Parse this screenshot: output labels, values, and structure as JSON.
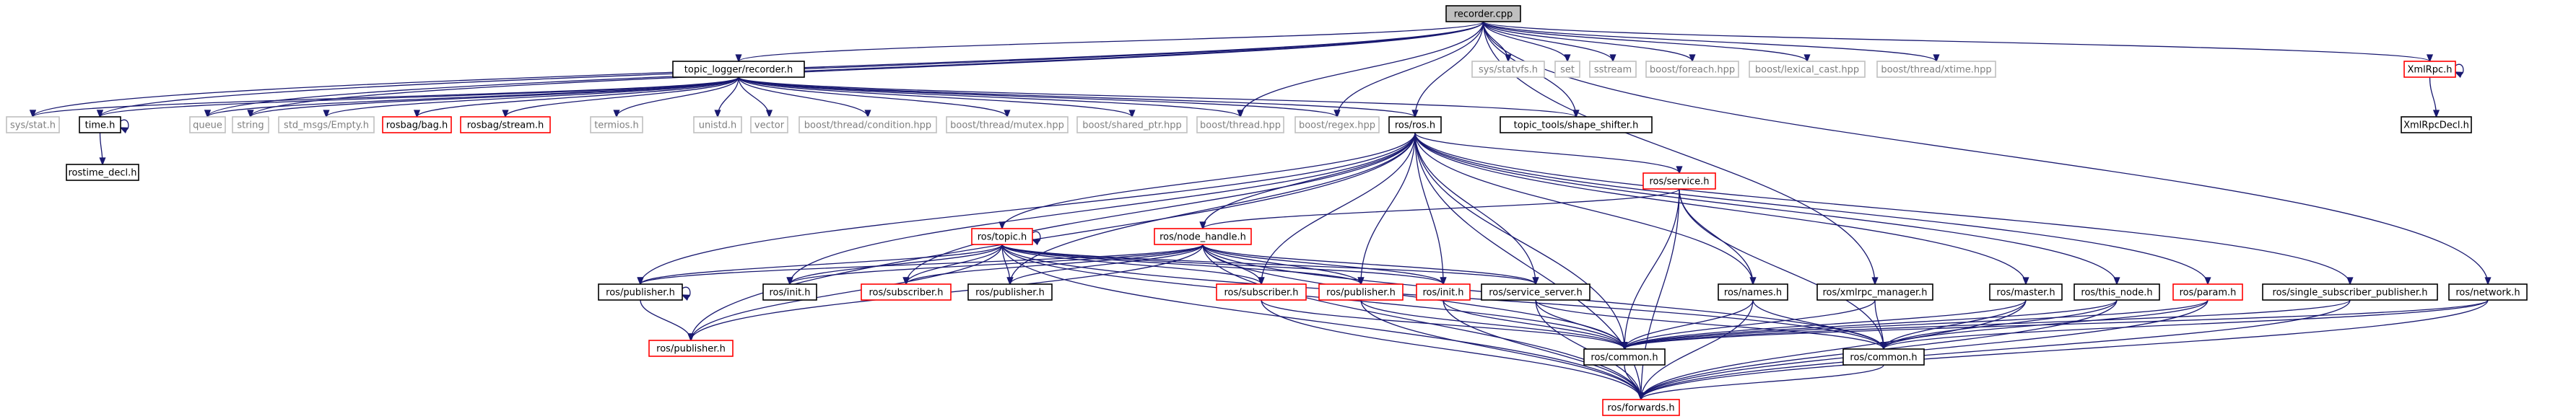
{
  "graph": {
    "colors": {
      "root_fill": "#bfbfbf",
      "normal_border": "#000000",
      "missing_border": "#bfbfbf",
      "missing_text": "#7f7f7f",
      "undocumented_border": "#ff0000",
      "edge": "#191970"
    },
    "nodes": [
      {
        "id": "recorder_cpp",
        "label": "recorder.cpp",
        "kind": "root"
      },
      {
        "id": "sys_stat_h_a",
        "label": "sys/stat.h",
        "kind": "missing"
      },
      {
        "id": "time_h",
        "label": "time.h",
        "kind": "normal"
      },
      {
        "id": "rostime_decl_h",
        "label": "rostime_decl.h",
        "kind": "normal"
      },
      {
        "id": "queue",
        "label": "queue",
        "kind": "missing"
      },
      {
        "id": "string",
        "label": "string",
        "kind": "missing"
      },
      {
        "id": "topic_logger_recorder_h",
        "label": "topic_logger/recorder.h",
        "kind": "normal"
      },
      {
        "id": "std_msgs_empty_h",
        "label": "std_msgs/Empty.h",
        "kind": "missing"
      },
      {
        "id": "rosbag_bag_h",
        "label": "rosbag/bag.h",
        "kind": "undocumented"
      },
      {
        "id": "rosbag_stream_h",
        "label": "rosbag/stream.h",
        "kind": "undocumented"
      },
      {
        "id": "termios_h",
        "label": "termios.h",
        "kind": "missing"
      },
      {
        "id": "unistd_h",
        "label": "unistd.h",
        "kind": "missing"
      },
      {
        "id": "vector",
        "label": "vector",
        "kind": "missing"
      },
      {
        "id": "boost_thread_condition_hpp",
        "label": "boost/thread/condition.hpp",
        "kind": "missing"
      },
      {
        "id": "boost_thread_mutex_hpp",
        "label": "boost/thread/mutex.hpp",
        "kind": "missing"
      },
      {
        "id": "boost_shared_ptr_hpp",
        "label": "boost/shared_ptr.hpp",
        "kind": "missing"
      },
      {
        "id": "boost_thread_hpp",
        "label": "boost/thread.hpp",
        "kind": "missing"
      },
      {
        "id": "boost_regex_hpp",
        "label": "boost/regex.hpp",
        "kind": "missing"
      },
      {
        "id": "ros_ros_h",
        "label": "ros/ros.h",
        "kind": "normal"
      },
      {
        "id": "topic_tools_shape_shifter_h",
        "label": "topic_tools/shape_shifter.h",
        "kind": "normal"
      },
      {
        "id": "sys_statvfs_h",
        "label": "sys/statvfs.h",
        "kind": "missing"
      },
      {
        "id": "set",
        "label": "set",
        "kind": "missing"
      },
      {
        "id": "sstream",
        "label": "sstream",
        "kind": "missing"
      },
      {
        "id": "boost_foreach_hpp",
        "label": "boost/foreach.hpp",
        "kind": "missing"
      },
      {
        "id": "boost_lexical_cast_hpp",
        "label": "boost/lexical_cast.hpp",
        "kind": "missing"
      },
      {
        "id": "boost_thread_xtime_hpp",
        "label": "boost/thread/xtime.hpp",
        "kind": "missing"
      },
      {
        "id": "xmlrpc_h",
        "label": "XmlRpc.h",
        "kind": "undocumented"
      },
      {
        "id": "xmlrpcdecl_h",
        "label": "XmlRpcDecl.h",
        "kind": "normal"
      },
      {
        "id": "ros_service_h",
        "label": "ros/service.h",
        "kind": "undocumented"
      },
      {
        "id": "ros_topic_h",
        "label": "ros/topic.h",
        "kind": "undocumented"
      },
      {
        "id": "ros_node_handle_h",
        "label": "ros/node_handle.h",
        "kind": "undocumented"
      },
      {
        "id": "ros_publisher_h_a",
        "label": "ros/publisher.h",
        "kind": "normal"
      },
      {
        "id": "ros_init_h_a",
        "label": "ros/init.h",
        "kind": "normal"
      },
      {
        "id": "ros_subscriber_h_a",
        "label": "ros/subscriber.h",
        "kind": "undocumented"
      },
      {
        "id": "ros_publisher_h_b",
        "label": "ros/publisher.h",
        "kind": "normal"
      },
      {
        "id": "ros_subscriber_h_b",
        "label": "ros/subscriber.h",
        "kind": "undocumented"
      },
      {
        "id": "ros_publisher_h_c",
        "label": "ros/publisher.h",
        "kind": "undocumented"
      },
      {
        "id": "ros_init_h_b",
        "label": "ros/init.h",
        "kind": "undocumented"
      },
      {
        "id": "ros_service_server_h",
        "label": "ros/service_server.h",
        "kind": "normal"
      },
      {
        "id": "ros_names_h",
        "label": "ros/names.h",
        "kind": "normal"
      },
      {
        "id": "ros_xmlrpc_manager_h",
        "label": "ros/xmlrpc_manager.h",
        "kind": "normal"
      },
      {
        "id": "ros_master_h",
        "label": "ros/master.h",
        "kind": "normal"
      },
      {
        "id": "ros_this_node_h",
        "label": "ros/this_node.h",
        "kind": "normal"
      },
      {
        "id": "ros_param_h",
        "label": "ros/param.h",
        "kind": "undocumented"
      },
      {
        "id": "ros_single_subscriber_publisher_h",
        "label": "ros/single_subscriber_publisher.h",
        "kind": "normal"
      },
      {
        "id": "ros_network_h",
        "label": "ros/network.h",
        "kind": "normal"
      },
      {
        "id": "ros_publisher_h_d",
        "label": "ros/publisher.h",
        "kind": "undocumented"
      },
      {
        "id": "ros_common_h_a",
        "label": "ros/common.h",
        "kind": "normal"
      },
      {
        "id": "ros_common_h_b",
        "label": "ros/common.h",
        "kind": "normal"
      },
      {
        "id": "ros_forwards_h",
        "label": "ros/forwards.h",
        "kind": "undocumented"
      }
    ],
    "edges": [
      [
        "recorder_cpp",
        "sys_stat_h_a"
      ],
      [
        "recorder_cpp",
        "time_h"
      ],
      [
        "recorder_cpp",
        "queue"
      ],
      [
        "recorder_cpp",
        "string"
      ],
      [
        "recorder_cpp",
        "topic_logger_recorder_h"
      ],
      [
        "recorder_cpp",
        "boost_thread_hpp"
      ],
      [
        "recorder_cpp",
        "boost_regex_hpp"
      ],
      [
        "recorder_cpp",
        "ros_ros_h"
      ],
      [
        "recorder_cpp",
        "topic_tools_shape_shifter_h"
      ],
      [
        "recorder_cpp",
        "sys_statvfs_h"
      ],
      [
        "recorder_cpp",
        "set"
      ],
      [
        "recorder_cpp",
        "sstream"
      ],
      [
        "recorder_cpp",
        "boost_foreach_hpp"
      ],
      [
        "recorder_cpp",
        "boost_lexical_cast_hpp"
      ],
      [
        "recorder_cpp",
        "boost_thread_xtime_hpp"
      ],
      [
        "recorder_cpp",
        "xmlrpc_h"
      ],
      [
        "recorder_cpp",
        "ros_xmlrpc_manager_h"
      ],
      [
        "recorder_cpp",
        "ros_network_h"
      ],
      [
        "time_h",
        "time_h"
      ],
      [
        "time_h",
        "rostime_decl_h"
      ],
      [
        "topic_logger_recorder_h",
        "sys_stat_h_a"
      ],
      [
        "topic_logger_recorder_h",
        "time_h"
      ],
      [
        "topic_logger_recorder_h",
        "queue"
      ],
      [
        "topic_logger_recorder_h",
        "string"
      ],
      [
        "topic_logger_recorder_h",
        "std_msgs_empty_h"
      ],
      [
        "topic_logger_recorder_h",
        "rosbag_bag_h"
      ],
      [
        "topic_logger_recorder_h",
        "rosbag_stream_h"
      ],
      [
        "topic_logger_recorder_h",
        "termios_h"
      ],
      [
        "topic_logger_recorder_h",
        "unistd_h"
      ],
      [
        "topic_logger_recorder_h",
        "vector"
      ],
      [
        "topic_logger_recorder_h",
        "boost_thread_condition_hpp"
      ],
      [
        "topic_logger_recorder_h",
        "boost_thread_mutex_hpp"
      ],
      [
        "topic_logger_recorder_h",
        "boost_shared_ptr_hpp"
      ],
      [
        "topic_logger_recorder_h",
        "boost_thread_hpp"
      ],
      [
        "topic_logger_recorder_h",
        "boost_regex_hpp"
      ],
      [
        "topic_logger_recorder_h",
        "ros_ros_h"
      ],
      [
        "topic_logger_recorder_h",
        "topic_tools_shape_shifter_h"
      ],
      [
        "xmlrpc_h",
        "xmlrpc_h"
      ],
      [
        "xmlrpc_h",
        "xmlrpcdecl_h"
      ],
      [
        "ros_ros_h",
        "ros_service_h"
      ],
      [
        "ros_ros_h",
        "ros_topic_h"
      ],
      [
        "ros_ros_h",
        "ros_node_handle_h"
      ],
      [
        "ros_ros_h",
        "ros_publisher_h_a"
      ],
      [
        "ros_ros_h",
        "ros_init_h_a"
      ],
      [
        "ros_ros_h",
        "ros_subscriber_h_a"
      ],
      [
        "ros_ros_h",
        "ros_publisher_h_b"
      ],
      [
        "ros_ros_h",
        "ros_subscriber_h_b"
      ],
      [
        "ros_ros_h",
        "ros_publisher_h_c"
      ],
      [
        "ros_ros_h",
        "ros_init_h_b"
      ],
      [
        "ros_ros_h",
        "ros_service_server_h"
      ],
      [
        "ros_ros_h",
        "ros_names_h"
      ],
      [
        "ros_ros_h",
        "ros_master_h"
      ],
      [
        "ros_ros_h",
        "ros_this_node_h"
      ],
      [
        "ros_ros_h",
        "ros_param_h"
      ],
      [
        "ros_ros_h",
        "ros_single_subscriber_publisher_h"
      ],
      [
        "ros_ros_h",
        "ros_publisher_h_d"
      ],
      [
        "ros_ros_h",
        "ros_common_h_a"
      ],
      [
        "ros_ros_h",
        "ros_forwards_h"
      ],
      [
        "ros_service_h",
        "ros_node_handle_h"
      ],
      [
        "ros_service_h",
        "ros_names_h"
      ],
      [
        "ros_service_h",
        "ros_common_h_a"
      ],
      [
        "ros_service_h",
        "ros_common_h_b"
      ],
      [
        "ros_service_h",
        "ros_forwards_h"
      ],
      [
        "ros_topic_h",
        "ros_topic_h"
      ],
      [
        "ros_topic_h",
        "ros_publisher_h_a"
      ],
      [
        "ros_topic_h",
        "ros_init_h_a"
      ],
      [
        "ros_topic_h",
        "ros_subscriber_h_a"
      ],
      [
        "ros_topic_h",
        "ros_publisher_h_b"
      ],
      [
        "ros_topic_h",
        "ros_subscriber_h_b"
      ],
      [
        "ros_topic_h",
        "ros_publisher_h_c"
      ],
      [
        "ros_topic_h",
        "ros_init_h_b"
      ],
      [
        "ros_topic_h",
        "ros_service_server_h"
      ],
      [
        "ros_topic_h",
        "ros_publisher_h_d"
      ],
      [
        "ros_topic_h",
        "ros_common_h_a"
      ],
      [
        "ros_topic_h",
        "ros_common_h_b"
      ],
      [
        "ros_topic_h",
        "ros_forwards_h"
      ],
      [
        "ros_node_handle_h",
        "ros_publisher_h_a"
      ],
      [
        "ros_node_handle_h",
        "ros_init_h_a"
      ],
      [
        "ros_node_handle_h",
        "ros_subscriber_h_a"
      ],
      [
        "ros_node_handle_h",
        "ros_publisher_h_b"
      ],
      [
        "ros_node_handle_h",
        "ros_subscriber_h_b"
      ],
      [
        "ros_node_handle_h",
        "ros_publisher_h_c"
      ],
      [
        "ros_node_handle_h",
        "ros_init_h_b"
      ],
      [
        "ros_node_handle_h",
        "ros_service_server_h"
      ],
      [
        "ros_node_handle_h",
        "ros_publisher_h_d"
      ],
      [
        "ros_node_handle_h",
        "ros_common_h_a"
      ],
      [
        "ros_node_handle_h",
        "ros_common_h_b"
      ],
      [
        "ros_node_handle_h",
        "ros_forwards_h"
      ],
      [
        "ros_publisher_h_a",
        "ros_publisher_h_a"
      ],
      [
        "ros_publisher_h_a",
        "ros_publisher_h_d"
      ],
      [
        "ros_subscriber_h_b",
        "ros_common_h_a"
      ],
      [
        "ros_subscriber_h_b",
        "ros_forwards_h"
      ],
      [
        "ros_publisher_h_c",
        "ros_common_h_a"
      ],
      [
        "ros_publisher_h_c",
        "ros_forwards_h"
      ],
      [
        "ros_init_h_b",
        "ros_common_h_a"
      ],
      [
        "ros_init_h_b",
        "ros_forwards_h"
      ],
      [
        "ros_service_server_h",
        "ros_common_h_a"
      ],
      [
        "ros_service_server_h",
        "ros_common_h_b"
      ],
      [
        "ros_service_server_h",
        "ros_forwards_h"
      ],
      [
        "ros_names_h",
        "ros_common_h_a"
      ],
      [
        "ros_names_h",
        "ros_common_h_b"
      ],
      [
        "ros_names_h",
        "ros_forwards_h"
      ],
      [
        "ros_xmlrpc_manager_h",
        "ros_common_h_a"
      ],
      [
        "ros_xmlrpc_manager_h",
        "ros_common_h_b"
      ],
      [
        "ros_master_h",
        "ros_common_h_a"
      ],
      [
        "ros_master_h",
        "ros_common_h_b"
      ],
      [
        "ros_master_h",
        "ros_forwards_h"
      ],
      [
        "ros_this_node_h",
        "ros_common_h_a"
      ],
      [
        "ros_this_node_h",
        "ros_common_h_b"
      ],
      [
        "ros_this_node_h",
        "ros_forwards_h"
      ],
      [
        "ros_param_h",
        "ros_common_h_a"
      ],
      [
        "ros_param_h",
        "ros_common_h_b"
      ],
      [
        "ros_param_h",
        "ros_forwards_h"
      ],
      [
        "ros_single_subscriber_publisher_h",
        "ros_common_h_a"
      ],
      [
        "ros_single_subscriber_publisher_h",
        "ros_forwards_h"
      ],
      [
        "ros_network_h",
        "ros_common_h_a"
      ],
      [
        "ros_network_h",
        "ros_common_h_b"
      ],
      [
        "ros_network_h",
        "ros_forwards_h"
      ],
      [
        "ros_common_h_a",
        "ros_forwards_h"
      ],
      [
        "ros_common_h_b",
        "ros_forwards_h"
      ]
    ]
  }
}
